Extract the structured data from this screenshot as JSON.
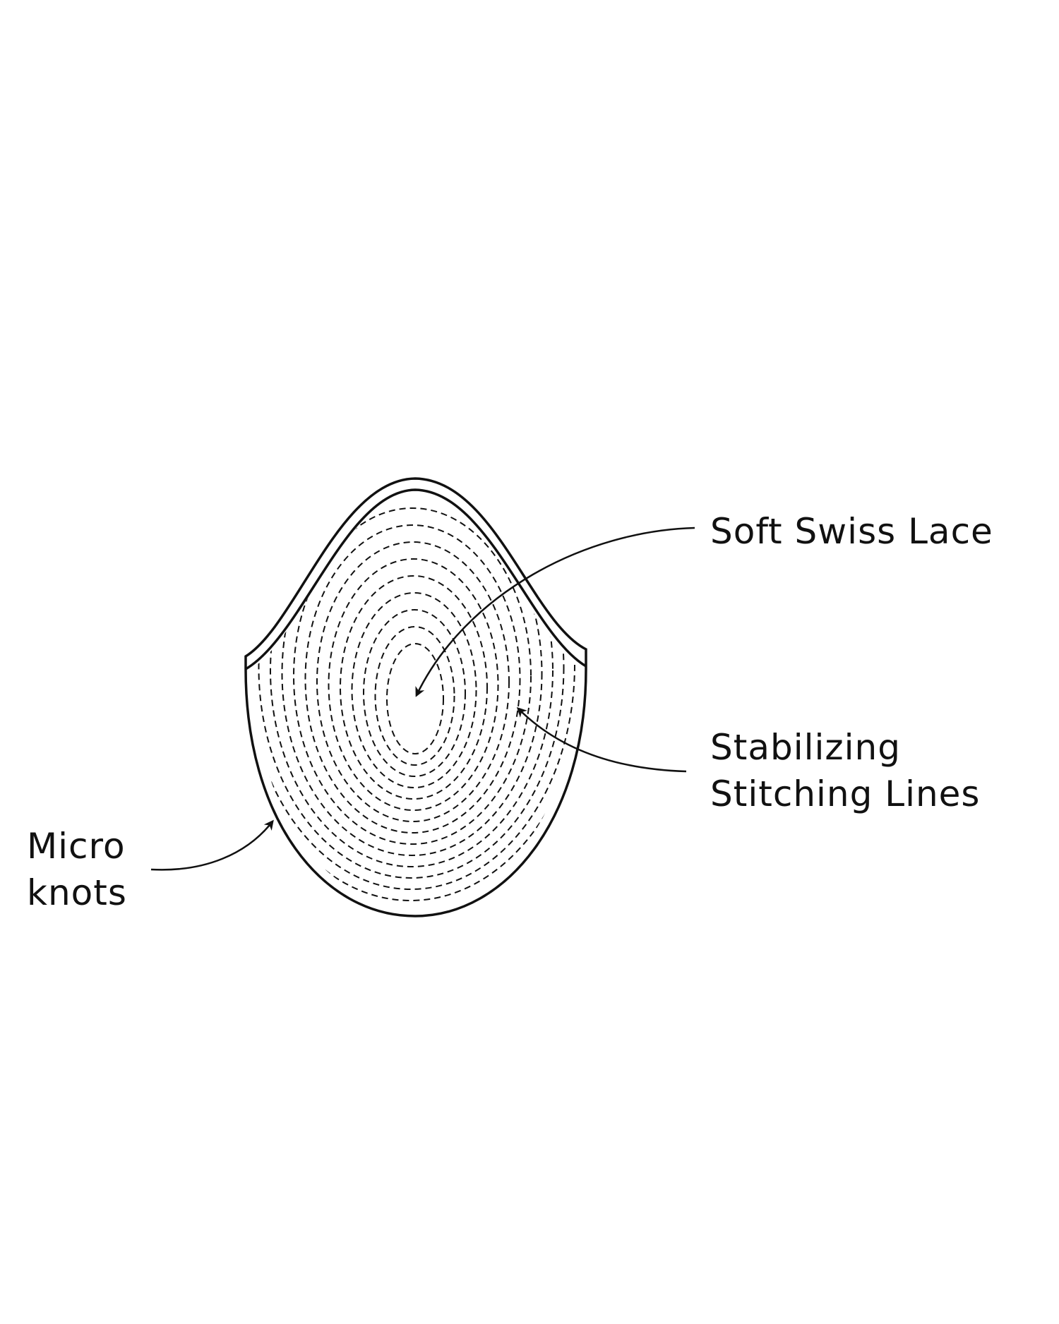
{
  "labels": {
    "lace": "Soft Swiss Lace",
    "stitching_line1": "Stabilizing",
    "stitching_line2": "Stitching Lines",
    "knots_line1": "Micro",
    "knots_line2": "knots"
  },
  "colors": {
    "ink": "#111111",
    "background": "#ffffff"
  }
}
